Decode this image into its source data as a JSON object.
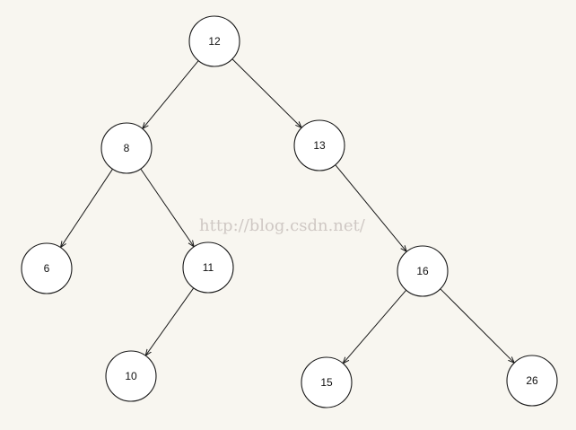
{
  "watermark": "http://blog.csdn.net/",
  "tree": {
    "nodes": [
      {
        "id": "n12",
        "label": "12"
      },
      {
        "id": "n8",
        "label": "8"
      },
      {
        "id": "n13",
        "label": "13"
      },
      {
        "id": "n6",
        "label": "6"
      },
      {
        "id": "n11",
        "label": "11"
      },
      {
        "id": "n16",
        "label": "16"
      },
      {
        "id": "n10",
        "label": "10"
      },
      {
        "id": "n15",
        "label": "15"
      },
      {
        "id": "n26",
        "label": "26"
      }
    ],
    "edges": [
      {
        "from": "n12",
        "to": "n8"
      },
      {
        "from": "n12",
        "to": "n13"
      },
      {
        "from": "n8",
        "to": "n6"
      },
      {
        "from": "n8",
        "to": "n11"
      },
      {
        "from": "n13",
        "to": "n16"
      },
      {
        "from": "n11",
        "to": "n10"
      },
      {
        "from": "n16",
        "to": "n15"
      },
      {
        "from": "n16",
        "to": "n26"
      }
    ]
  }
}
